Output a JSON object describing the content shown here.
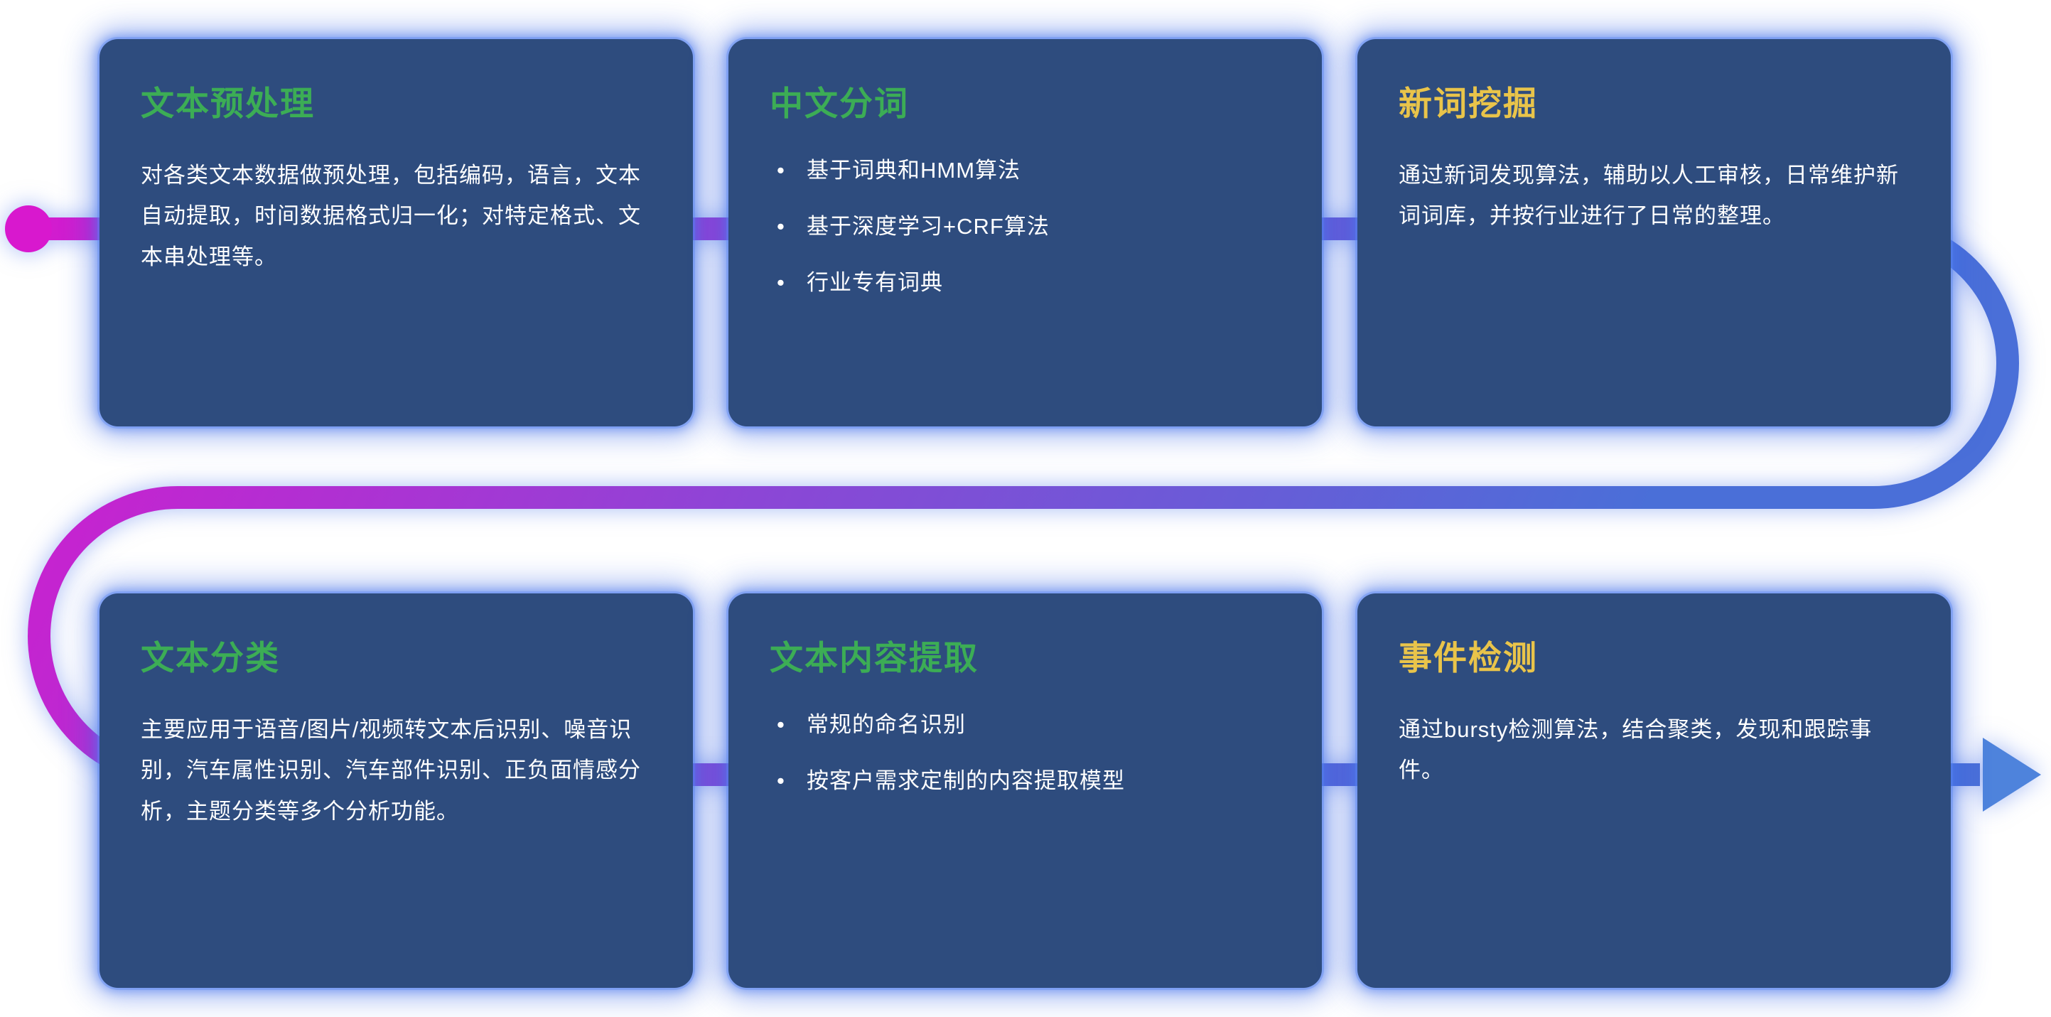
{
  "colors": {
    "card_bg": "#2E4C7E",
    "body_text": "#FFFFFF",
    "title_green": "#3CAD55",
    "title_yellow": "#E9C44A",
    "flow_start": "#D818CE",
    "flow_mid": "#8C46D6",
    "flow_end": "#4A6FD8",
    "flow_arrow": "#4E83DC"
  },
  "cards": [
    {
      "title": "文本预处理",
      "accent": "green",
      "body": "对各类文本数据做预处理，包括编码，语言，文本自动提取，时间数据格式归一化；对特定格式、文本串处理等。"
    },
    {
      "title": "中文分词",
      "accent": "green",
      "bullets": [
        "基于词典和HMM算法",
        "基于深度学习+CRF算法",
        "行业专有词典"
      ]
    },
    {
      "title": "新词挖掘",
      "accent": "yellow",
      "body": "通过新词发现算法，辅助以人工审核，日常维护新词词库，并按行业进行了日常的整理。"
    },
    {
      "title": "文本分类",
      "accent": "green",
      "body": "主要应用于语音/图片/视频转文本后识别、噪音识别，汽车属性识别、汽车部件识别、正负面情感分析，主题分类等多个分析功能。"
    },
    {
      "title": "文本内容提取",
      "accent": "green",
      "bullets": [
        "常规的命名识别",
        "按客户需求定制的内容提取模型"
      ]
    },
    {
      "title": "事件检测",
      "accent": "yellow",
      "body": "通过bursty检测算法，结合聚类，发现和跟踪事件。"
    }
  ]
}
